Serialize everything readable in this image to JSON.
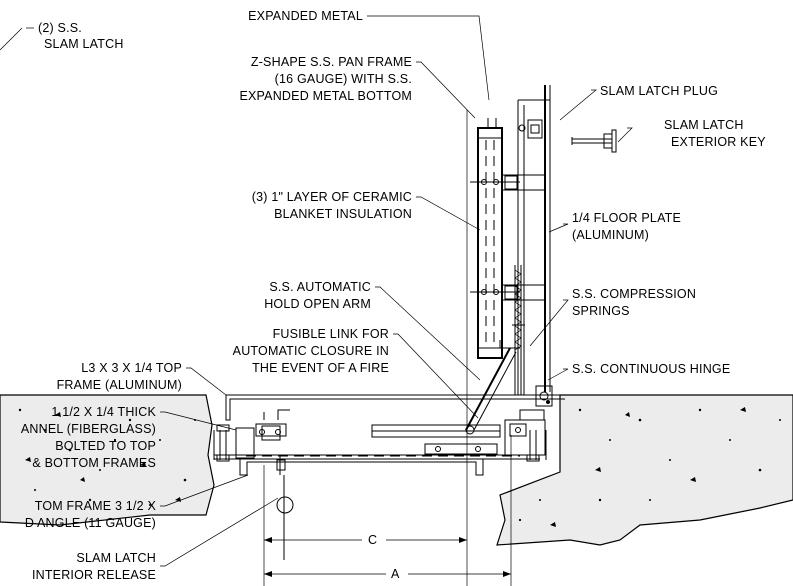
{
  "labels": {
    "expanded_metal": "EXPANDED METAL",
    "slam_latch_2": [
      "(2) S.S.",
      "SLAM LATCH"
    ],
    "pan_frame": [
      "Z-SHAPE S.S. PAN FRAME",
      "(16 GAUGE) WITH S.S.",
      "EXPANDED METAL BOTTOM"
    ],
    "slam_latch_plug": "SLAM LATCH PLUG",
    "exterior_key": [
      "SLAM LATCH",
      "EXTERIOR KEY"
    ],
    "insulation": [
      "(3) 1\" LAYER OF CERAMIC",
      "BLANKET INSULATION"
    ],
    "floor_plate": [
      "1/4 FLOOR PLATE",
      "(ALUMINUM)"
    ],
    "hold_open_arm": [
      "S.S. AUTOMATIC",
      "HOLD OPEN ARM"
    ],
    "compression_springs": [
      "S.S. COMPRESSION",
      "SPRINGS"
    ],
    "fusible_link": [
      "FUSIBLE LINK FOR",
      "AUTOMATIC CLOSURE IN",
      "THE EVENT OF A FIRE"
    ],
    "top_frame": [
      "L3 X 3 X 1/4 TOP",
      "FRAME (ALUMINUM)"
    ],
    "continuous_hinge": "S.S. CONTINUOUS HINGE",
    "channel": [
      "1 1/2 X 1/4 THICK",
      "ANNEL (FIBERGLASS)",
      "BOLTED TO TOP",
      "& BOTTOM FRAMES"
    ],
    "bottom_frame": [
      "TOM FRAME 3 1/2 X",
      "D ANGLE (11 GAUGE)"
    ],
    "interior_release": [
      "SLAM LATCH",
      "INTERIOR RELEASE"
    ]
  },
  "dimensions": {
    "c": "C",
    "a": "A"
  }
}
